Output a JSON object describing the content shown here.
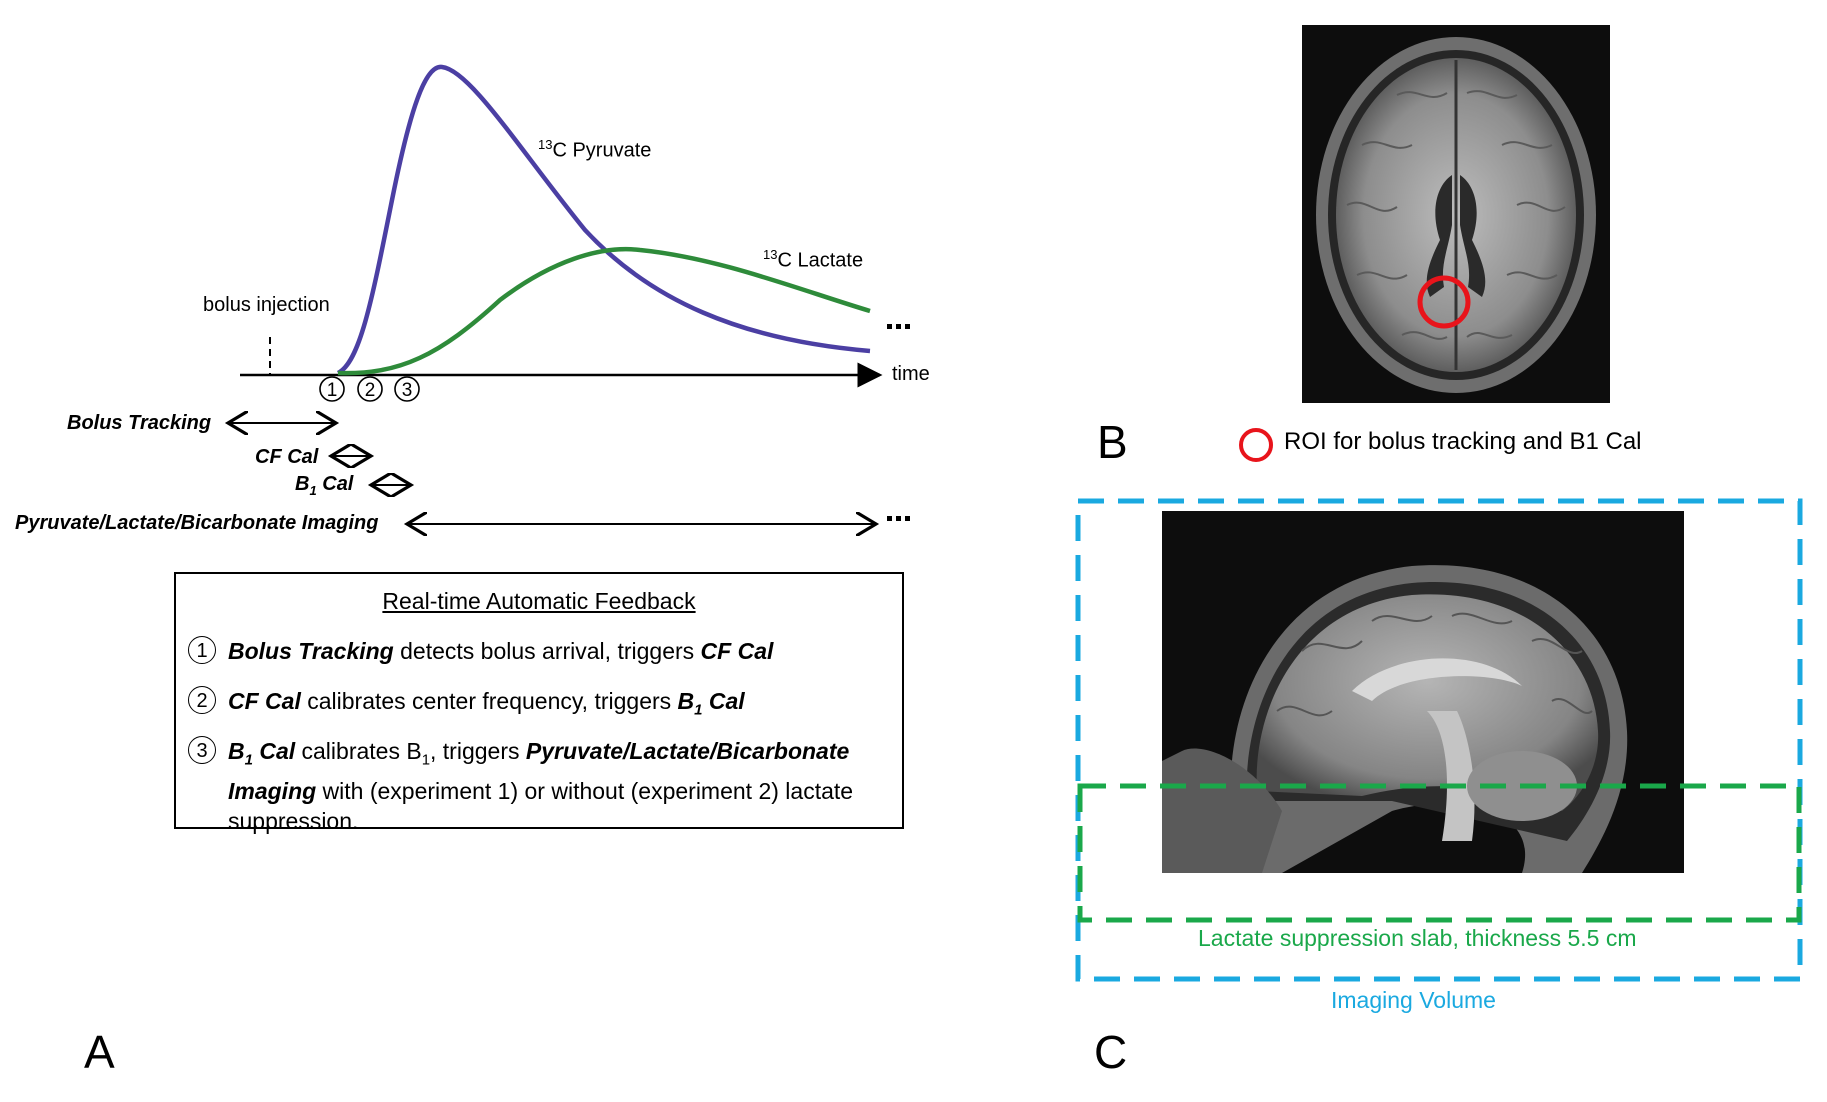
{
  "panel_a": {
    "letter": "A",
    "curve_pyruvate_label_pre": "13",
    "curve_pyruvate_label": "C Pyruvate",
    "curve_lactate_label_pre": "13",
    "curve_lactate_label": "C Lactate",
    "bolus_injection": "bolus injection",
    "time_label": "time",
    "markers": [
      "1",
      "2",
      "3"
    ],
    "steps": {
      "bolus_tracking": "Bolus Tracking",
      "cf_cal": "CF Cal",
      "b1_cal_pre": "B",
      "b1_cal_sub": "1",
      "b1_cal_post": " Cal",
      "imaging": "Pyruvate/Lactate/Bicarbonate Imaging"
    },
    "colors": {
      "pyruvate": "#4b3fa3",
      "lactate": "#2e8b3a"
    }
  },
  "feedback": {
    "title": "Real-time Automatic Feedback",
    "item1": {
      "num": "1",
      "a": "Bolus Tracking",
      "b": " detects bolus arrival, triggers ",
      "c": "CF Cal"
    },
    "item2": {
      "num": "2",
      "a": "CF Cal",
      "b": " calibrates center frequency, triggers ",
      "c_pre": "B",
      "c_sub": "1",
      "c_post": " Cal"
    },
    "item3": {
      "num": "3",
      "a_pre": "B",
      "a_sub": "1",
      "a_post": " Cal",
      "b_pre": " calibrates B",
      "b_sub": "1",
      "b_post": ", triggers ",
      "c": "Pyruvate/Lactate/Bicarbonate Imaging",
      "d": " with (experiment 1) or without (experiment 2)  lactate suppression."
    }
  },
  "panel_b": {
    "letter": "B",
    "roi_label": "ROI for bolus tracking and B1 Cal",
    "roi_color": "#e8141b"
  },
  "panel_c": {
    "letter": "C",
    "slab_label": "Lactate suppression slab, thickness 5.5 cm",
    "volume_label": "Imaging Volume",
    "colors": {
      "slab": "#1aa84a",
      "volume": "#1aa9e0"
    }
  }
}
